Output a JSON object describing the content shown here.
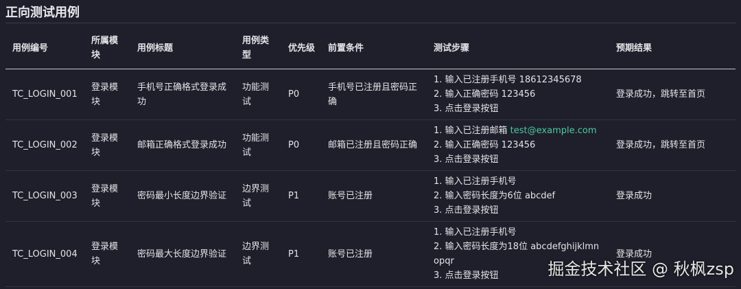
{
  "section_title": "正向测试用例",
  "headers": [
    "用例编号",
    "所属模块",
    "用例标题",
    "用例类型",
    "优先级",
    "前置条件",
    "测试步骤",
    "预期结果"
  ],
  "rows": [
    {
      "id": "TC_LOGIN_001",
      "module": "登录模块",
      "title": "手机号正确格式登录成功",
      "type": "功能测试",
      "priority": "P0",
      "precondition": "手机号已注册且密码正确",
      "steps": [
        {
          "text": "1. 输入已注册手机号 18612345678"
        },
        {
          "text": "2. 输入正确密码 123456"
        },
        {
          "text": "3. 点击登录按钮"
        }
      ],
      "expected": "登录成功，跳转至首页"
    },
    {
      "id": "TC_LOGIN_002",
      "module": "登录模块",
      "title": "邮箱正确格式登录成功",
      "type": "功能测试",
      "priority": "P0",
      "precondition": "邮箱已注册且密码正确",
      "steps": [
        {
          "text": "1. 输入已注册邮箱 ",
          "code": "test@example.com"
        },
        {
          "text": "2. 输入正确密码 123456"
        },
        {
          "text": "3. 点击登录按钮"
        }
      ],
      "expected": "登录成功，跳转至首页"
    },
    {
      "id": "TC_LOGIN_003",
      "module": "登录模块",
      "title": "密码最小长度边界验证",
      "type": "边界测试",
      "priority": "P1",
      "precondition": "账号已注册",
      "steps": [
        {
          "text": "1. 输入已注册手机号"
        },
        {
          "text": "2. 输入密码长度为6位 abcdef"
        },
        {
          "text": "3. 点击登录按钮"
        }
      ],
      "expected": "登录成功"
    },
    {
      "id": "TC_LOGIN_004",
      "module": "登录模块",
      "title": "密码最大长度边界验证",
      "type": "边界测试",
      "priority": "P1",
      "precondition": "账号已注册",
      "steps": [
        {
          "text": "1. 输入已注册手机号"
        },
        {
          "text": "2. 输入密码长度为18位 abcdefghijklmnopqr"
        },
        {
          "text": "3. 点击登录按钮"
        }
      ],
      "expected": "登录成功"
    }
  ],
  "watermark": "掘金技术社区 @ 秋枫zsp",
  "colors": {
    "background": "#1e1f2a",
    "text": "#e4e4e8",
    "code": "#4ec9a0"
  }
}
